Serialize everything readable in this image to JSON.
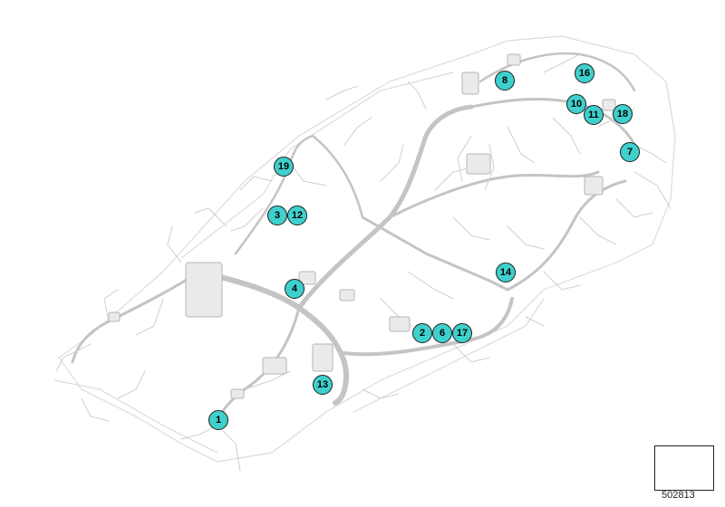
{
  "diagram_id": "502813",
  "colors": {
    "callout_fill": "#3fd0cd",
    "callout_border": "#1d1d1d",
    "harness_stroke": "#c4c4c4",
    "body_outline": "#dcdcdc"
  },
  "callouts": [
    {
      "label": "1",
      "name": "callout-1"
    },
    {
      "label": "2",
      "name": "callout-2"
    },
    {
      "label": "3",
      "name": "callout-3"
    },
    {
      "label": "4",
      "name": "callout-4"
    },
    {
      "label": "6",
      "name": "callout-6"
    },
    {
      "label": "7",
      "name": "callout-7"
    },
    {
      "label": "8",
      "name": "callout-8"
    },
    {
      "label": "10",
      "name": "callout-10"
    },
    {
      "label": "11",
      "name": "callout-11"
    },
    {
      "label": "12",
      "name": "callout-12"
    },
    {
      "label": "13",
      "name": "callout-13"
    },
    {
      "label": "14",
      "name": "callout-14"
    },
    {
      "label": "16",
      "name": "callout-16"
    },
    {
      "label": "17",
      "name": "callout-17"
    },
    {
      "label": "18",
      "name": "callout-18"
    },
    {
      "label": "19",
      "name": "callout-19"
    }
  ]
}
